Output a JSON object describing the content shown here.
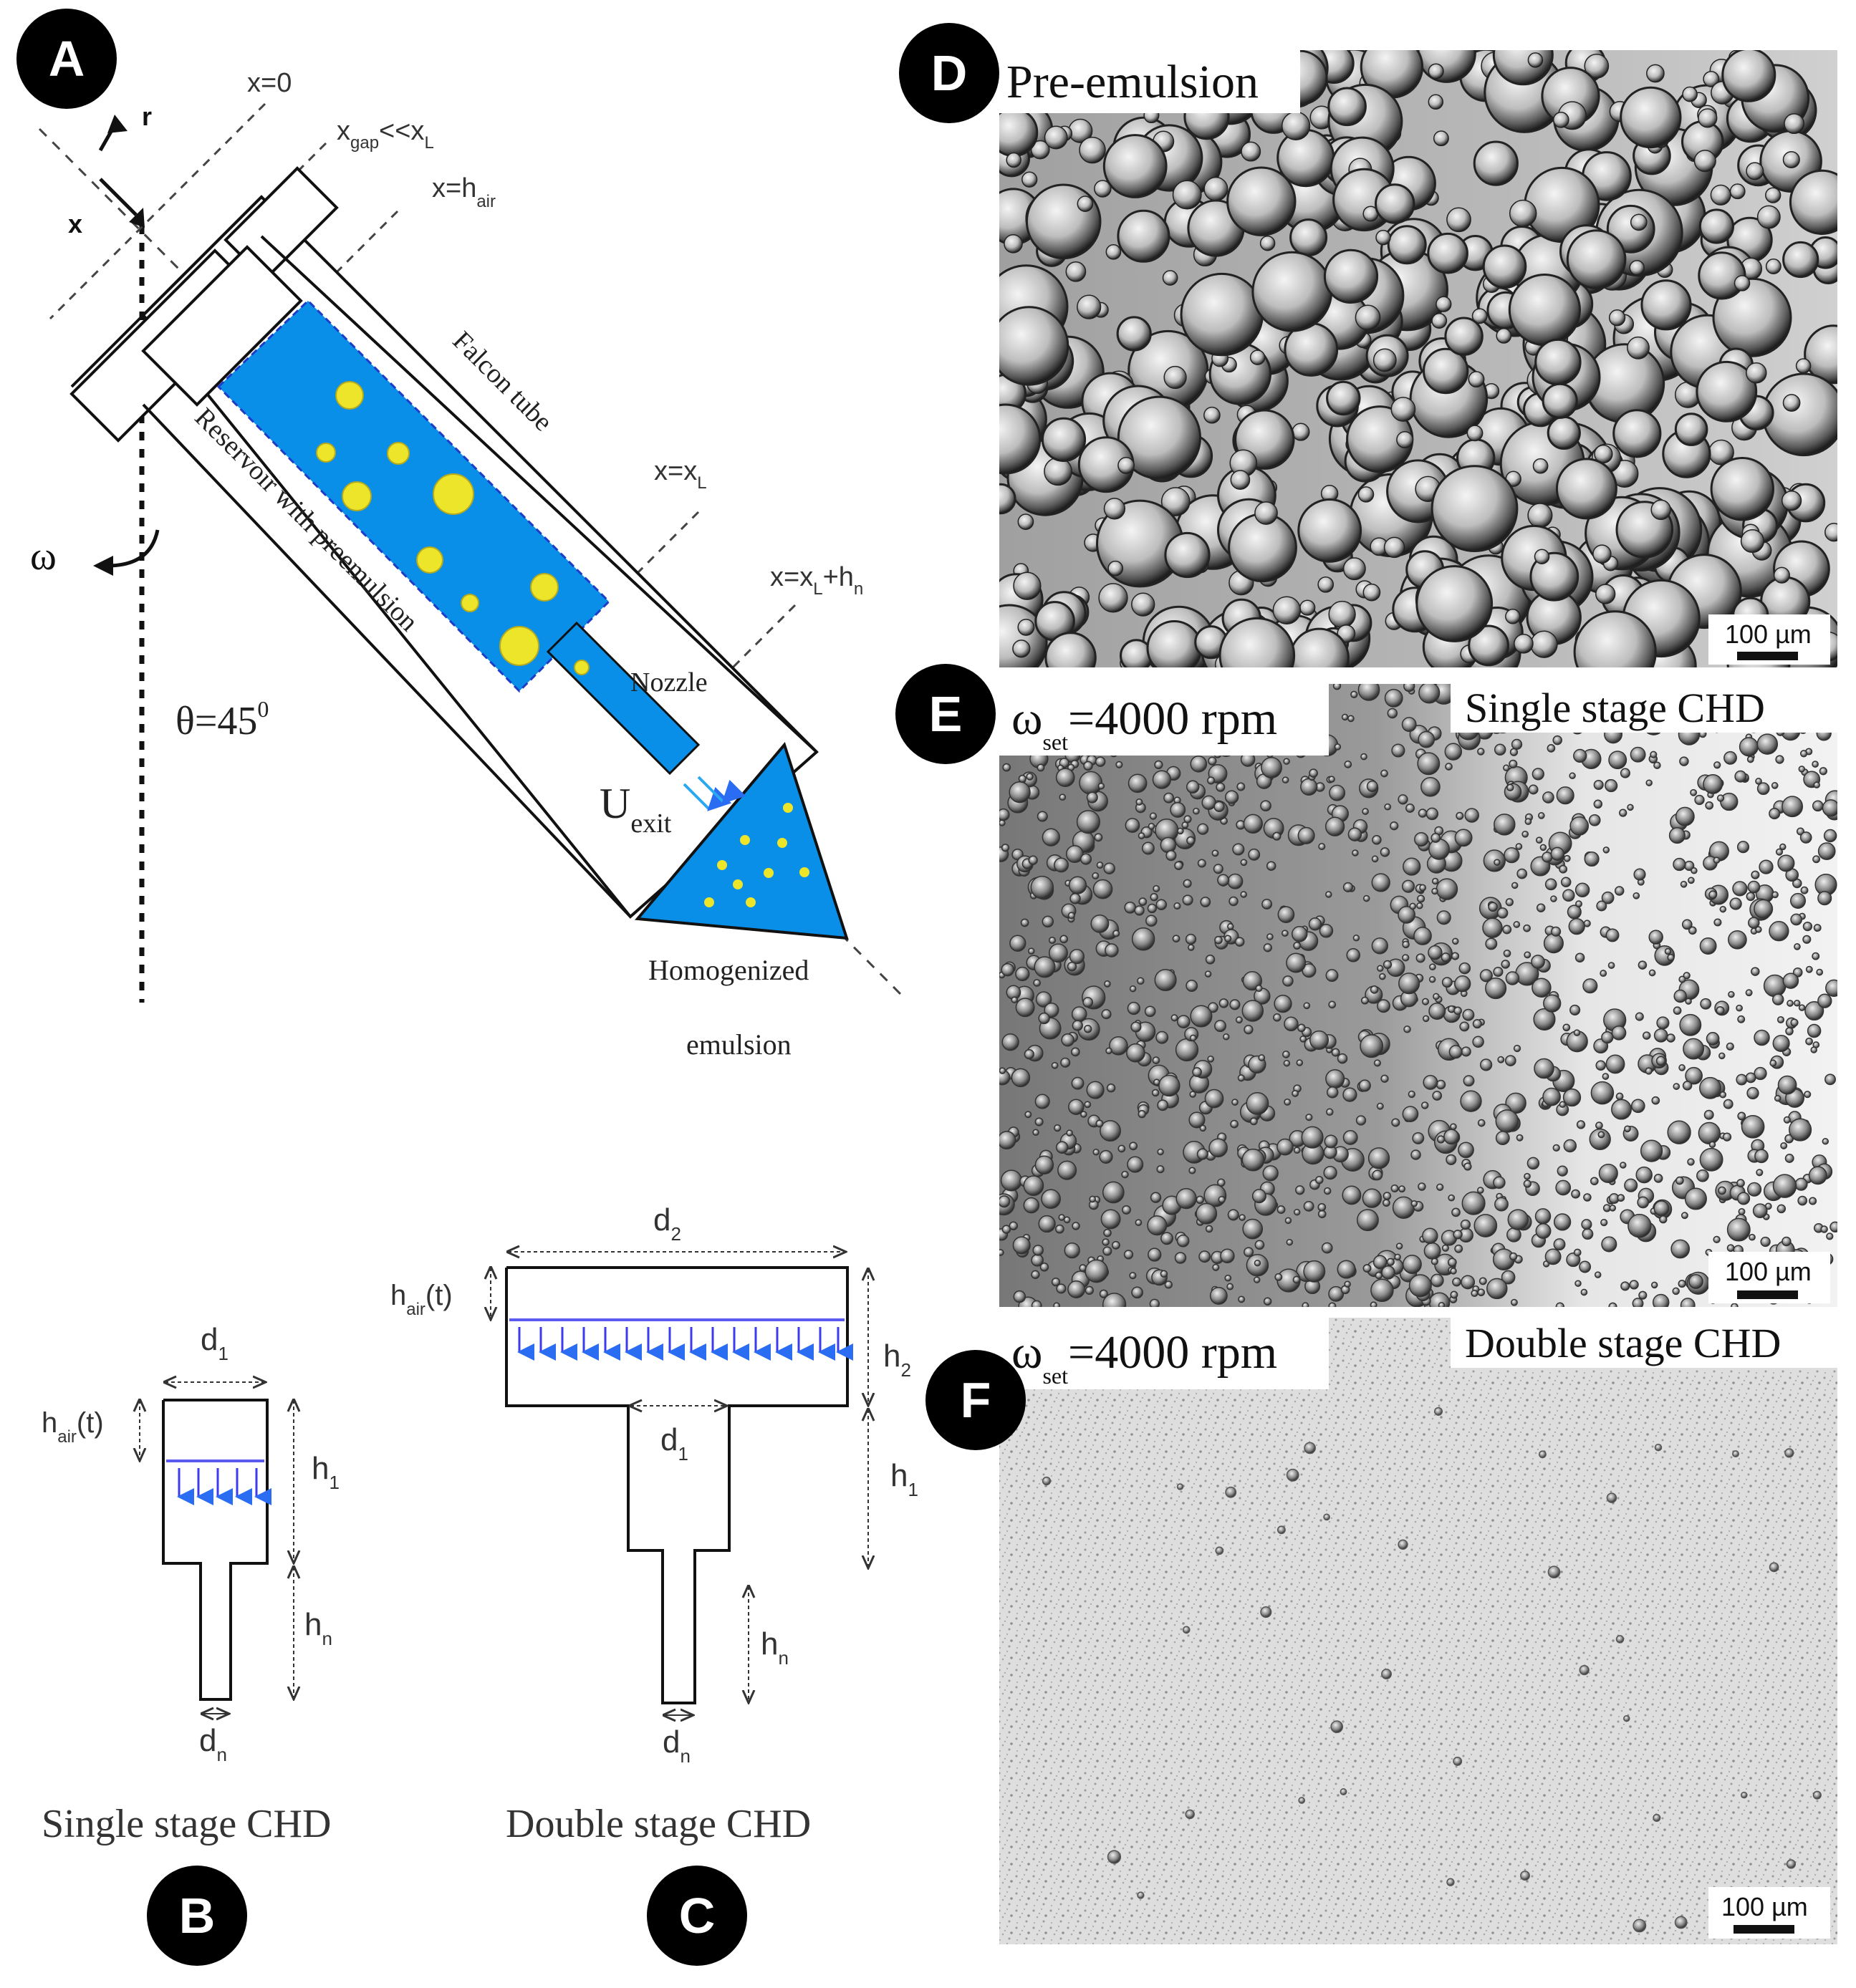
{
  "panel_labels": {
    "a": "A",
    "b": "B",
    "c": "C",
    "d": "D",
    "e": "E",
    "f": "F"
  },
  "colors": {
    "fluid": "#0a8fe8",
    "droplet": "#ece52a",
    "badge": "#000000",
    "flow_arrow": "#2a6cf2"
  },
  "panel_a": {
    "labels": {
      "x0": "x=0",
      "xgap_main": "x",
      "xgap_sub": "gap",
      "xgap_rel": "<<x",
      "xgap_relsub": "L",
      "hair_main": "x=h",
      "hair_sub": "air",
      "xl_main": "x=x",
      "xl_sub": "L",
      "xlhn_main": "x=x",
      "xlhn_sub1": "L",
      "xlhn_mid": "+h",
      "xlhn_sub2": "n",
      "r_axis": "r",
      "x_axis": "x",
      "omega": "ω",
      "theta_main": "θ=45",
      "theta_sup": "0",
      "falcon": "Falcon tube",
      "reservoir": "Reservoir with preemulsion",
      "nozzle": "Nozzle",
      "uexit_main": "U",
      "uexit_sub": "exit",
      "homog_line1": "Homogenized",
      "homog_line2": "emulsion"
    }
  },
  "panel_b": {
    "caption": "Single stage CHD",
    "labels": {
      "d1_main": "d",
      "d1_sub": "1",
      "hair_main": "h",
      "hair_sub": "air",
      "hair_t": "(t)",
      "h1_main": "h",
      "h1_sub": "1",
      "hn_main": "h",
      "hn_sub": "n",
      "dn_main": "d",
      "dn_sub": "n"
    }
  },
  "panel_c": {
    "caption": "Double stage CHD",
    "labels": {
      "d2_main": "d",
      "d2_sub": "2",
      "hair_main": "h",
      "hair_sub": "air",
      "hair_t": "(t)",
      "h2_main": "h",
      "h2_sub": "2",
      "d1_main": "d",
      "d1_sub": "1",
      "h1_main": "h",
      "h1_sub": "1",
      "hn_main": "h",
      "hn_sub": "n",
      "dn_main": "d",
      "dn_sub": "n"
    }
  },
  "panel_d": {
    "title": "Pre-emulsion",
    "scale_bar": "100 µm"
  },
  "panel_e": {
    "speed_main": "ω",
    "speed_sub": "set",
    "speed_value": "=4000 rpm",
    "title": "Single stage CHD",
    "scale_bar": "100 µm"
  },
  "panel_f": {
    "speed_main": "ω",
    "speed_sub": "set",
    "speed_value": "=4000 rpm",
    "title": "Double stage CHD",
    "scale_bar": "100 µm"
  }
}
